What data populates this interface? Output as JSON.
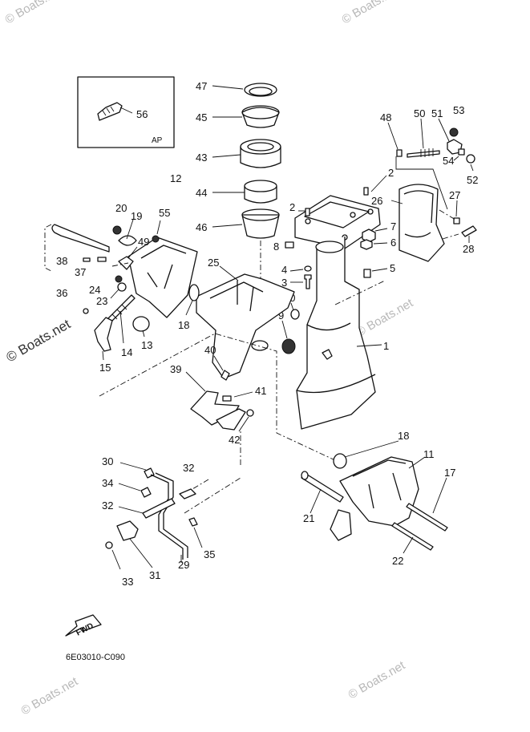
{
  "diagram_code": "6E03010-C090",
  "ap_label": "AP",
  "fwd_label": "FWD",
  "watermark": "© Boats.net",
  "callouts": {
    "n1": "1",
    "n2a": "2",
    "n2b": "2",
    "n3": "3",
    "n4": "4",
    "n5": "5",
    "n6": "6",
    "n7": "7",
    "n8": "8",
    "n9": "9",
    "n10": "10",
    "n11": "11",
    "n12": "12",
    "n13": "13",
    "n14": "14",
    "n15": "15",
    "n17": "17",
    "n18a": "18",
    "n18b": "18",
    "n19": "19",
    "n20": "20",
    "n21": "21",
    "n22": "22",
    "n23": "23",
    "n24": "24",
    "n25": "25",
    "n26": "26",
    "n27": "27",
    "n28": "28",
    "n29": "29",
    "n30": "30",
    "n31": "31",
    "n32a": "32",
    "n32b": "32",
    "n33": "33",
    "n34": "34",
    "n35": "35",
    "n36": "36",
    "n37": "37",
    "n38": "38",
    "n39": "39",
    "n40": "40",
    "n41": "41",
    "n42": "42",
    "n43": "43",
    "n44": "44",
    "n45": "45",
    "n46": "46",
    "n47": "47",
    "n48": "48",
    "n49": "49",
    "n50": "50",
    "n51": "51",
    "n52": "52",
    "n53": "53",
    "n54": "54",
    "n55": "55",
    "n56": "56"
  }
}
